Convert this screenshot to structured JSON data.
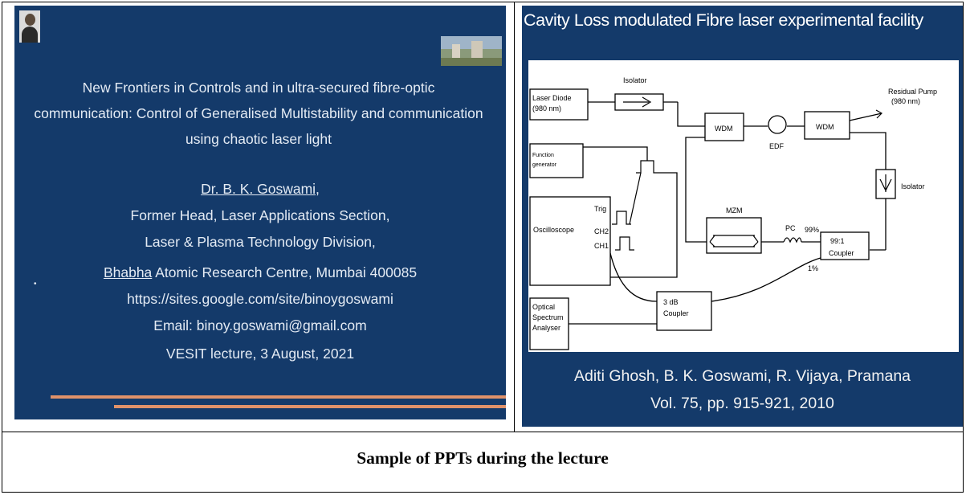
{
  "slide1": {
    "title": "New Frontiers in Controls and in ultra-secured fibre-optic communication: Control of Generalised Multistability and communication using chaotic laser light",
    "author": "Dr. B. K. Goswami,",
    "position": "Former Head, Laser Applications Section,",
    "division": "Laser & Plasma Technology Division,",
    "institute_first_word": "Bhabha",
    "institute_rest": " Atomic Research Centre, Mumbai 400085",
    "website": "https://sites.google.com/site/binoygoswami",
    "email": "Email:  binoy.goswami@gmail.com",
    "lecture": "VESIT lecture, 3 August, 2021",
    "bullet": "•",
    "accent_color": "#e0926a",
    "background_color": "#143a6a"
  },
  "slide2": {
    "title": "Cavity Loss modulated Fibre laser experimental facility",
    "reference_line1": "Aditi Ghosh, B. K. Goswami, R. Vijaya, Pramana",
    "reference_line2": "Vol. 75, pp. 915-921, 2010",
    "diagram": {
      "isolator_top": "Isolator",
      "laser_diode_line1": "Laser Diode",
      "laser_diode_line2": "(980 nm)",
      "function_generator_line1": "Function",
      "function_generator_line2": "generator",
      "wdm_left": "WDM",
      "wdm_right": "WDM",
      "edf": "EDF",
      "residual_pump_line1": "Residual Pump",
      "residual_pump_line2": "(980 nm)",
      "isolator_right": "Isolator",
      "oscilloscope": "Oscilloscope",
      "trig": "Trig",
      "ch2": "CH2",
      "ch1": "CH1",
      "mzm": "MZM",
      "pc": "PC",
      "pct99": "99%",
      "coupler_ratio": "99:1",
      "coupler_label": "Coupler",
      "pct1": "1%",
      "osa_line1": "Optical",
      "osa_line2": "Spectrum",
      "osa_line3": "Analyser",
      "coupler3db_line1": "3 dB",
      "coupler3db_line2": "Coupler"
    }
  },
  "caption": "Sample of PPTs during the lecture"
}
